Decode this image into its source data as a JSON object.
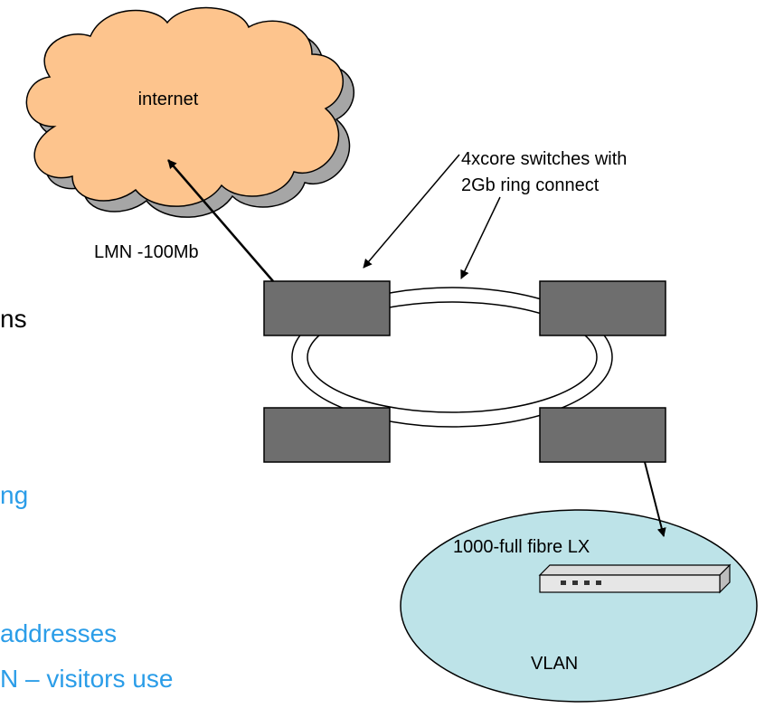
{
  "diagram": {
    "cloud_label": "internet",
    "uplink_label": "LMN -100Mb",
    "core_label_line1": "4xcore switches with",
    "core_label_line2": "2Gb ring connect",
    "fibre_label": "1000-full fibre LX",
    "vlan_label": "VLAN"
  },
  "slide_text": {
    "fragment_black": "ns",
    "fragment_blue_1": "ng",
    "fragment_blue_2": "addresses",
    "fragment_blue_3": "N – visitors use"
  },
  "colors": {
    "cloud_fill": "#FDC48D",
    "cloud_shadow": "#A6A6A6",
    "switch_fill": "#6E6E6E",
    "vlan_fill": "#BDE3E8",
    "blue_text": "#2B9DE8"
  },
  "icons": [
    "network-switch-icon"
  ]
}
